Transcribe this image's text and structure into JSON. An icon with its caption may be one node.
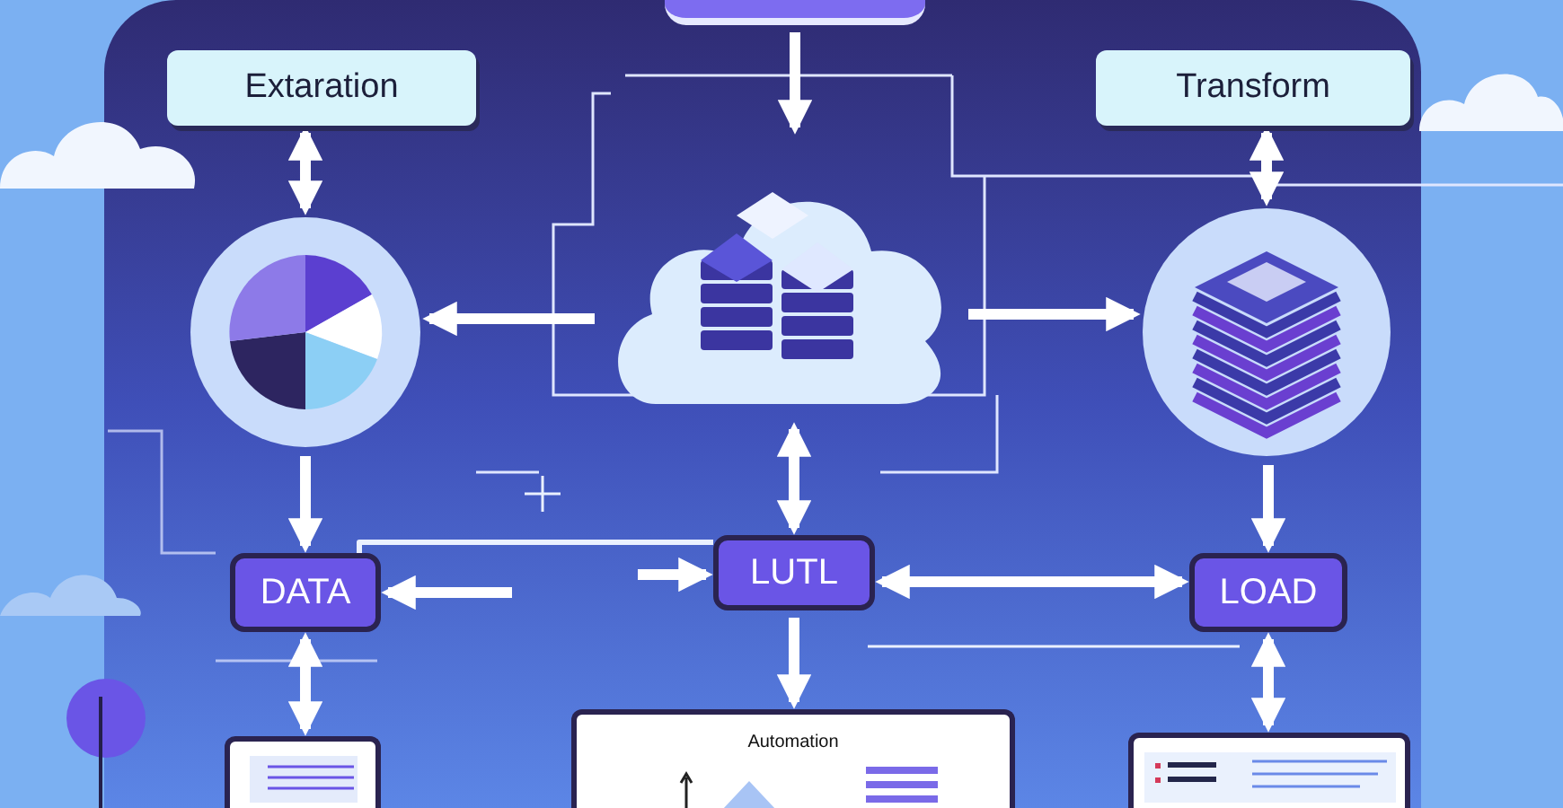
{
  "diagram": {
    "nodes": [
      {
        "text": [
          "Extaration"
        ]
      },
      {
        "text": [
          "Transform"
        ]
      },
      {
        "text": [],
        "shape": "picture"
      },
      {
        "text": [],
        "shape": "cloud"
      },
      {
        "text": [],
        "shape": "picture"
      },
      {
        "text": [
          "DATA"
        ]
      },
      {
        "text": [
          "LUTL"
        ]
      },
      {
        "text": [
          "LOAD"
        ]
      },
      {
        "text": [],
        "shape": "picture"
      },
      {
        "text": [
          "Automation"
        ]
      },
      {
        "text": [],
        "shape": "picture"
      },
      {
        "text": [],
        "shape": "bar"
      }
    ],
    "edges": [
      {
        "from": 0,
        "to": 2,
        "arrow": "both"
      },
      {
        "from": 11,
        "to": 3,
        "arrow": "to"
      },
      {
        "from": 1,
        "to": 4,
        "arrow": "both"
      },
      {
        "from": 3,
        "to": 2,
        "arrow": "to"
      },
      {
        "from": 3,
        "to": 4,
        "arrow": "to"
      },
      {
        "from": 2,
        "to": 5,
        "arrow": "to"
      },
      {
        "from": 3,
        "to": 6,
        "arrow": "both"
      },
      {
        "from": null,
        "to": 5,
        "arrow": "to"
      },
      {
        "from": null,
        "to": 6,
        "arrow": "to"
      },
      {
        "from": 6,
        "to": 7,
        "arrow": "both"
      },
      {
        "from": 4,
        "to": 7,
        "arrow": "to"
      },
      {
        "from": 5,
        "to": 8,
        "arrow": "both"
      },
      {
        "from": 6,
        "to": 9,
        "arrow": "to"
      },
      {
        "from": 7,
        "to": 10,
        "arrow": "both"
      },
      {
        "from": 5,
        "to": 6,
        "arrow": "none"
      }
    ]
  }
}
